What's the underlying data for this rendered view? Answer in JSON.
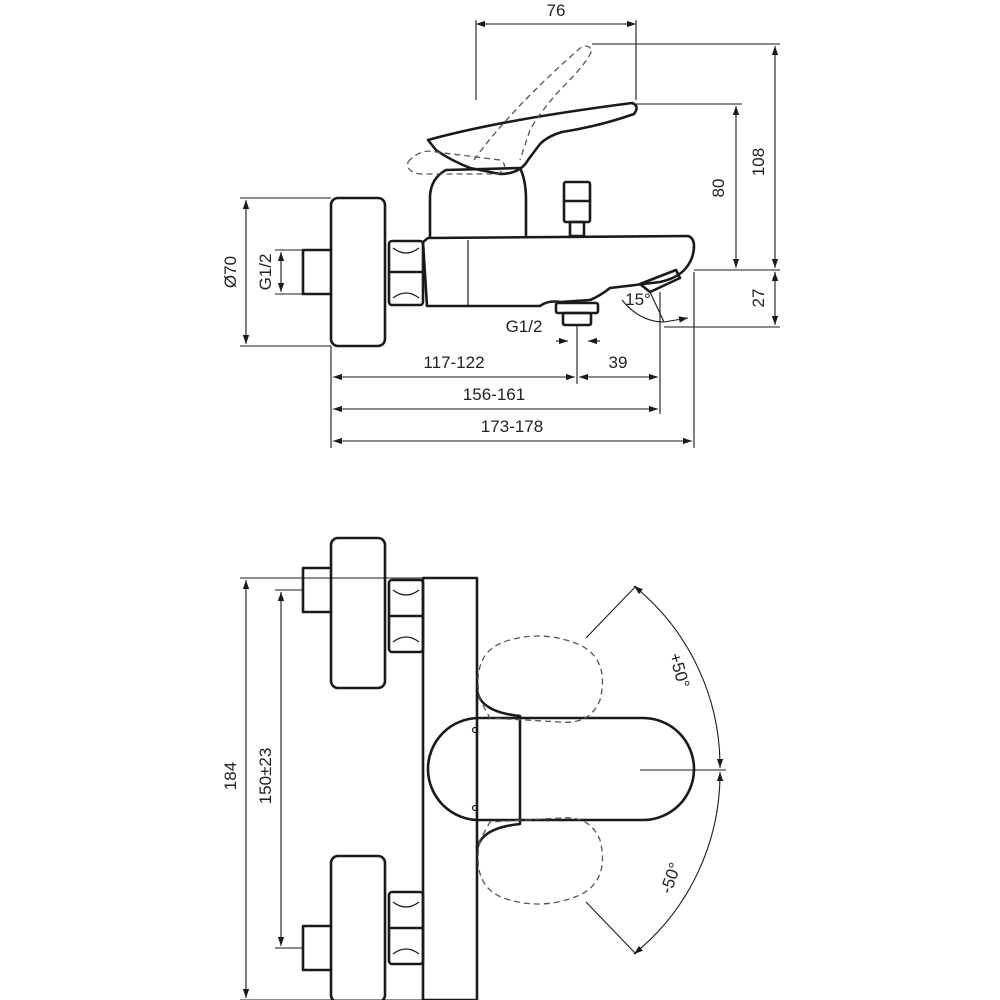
{
  "side_view": {
    "dimensions": {
      "lever_reach": "76",
      "spout_to_lever": "80",
      "total_height": "108",
      "spout_drop": "27",
      "rosette_diameter": "Ø70",
      "inlet_thread": "G1/2",
      "outlet_thread": "G1/2",
      "spout_angle": "15°",
      "outlet_offset": "39",
      "outlet_from_wall": "117-122",
      "spout_tip_from_wall": "156-161",
      "overall_depth": "173-178"
    }
  },
  "front_view": {
    "dimensions": {
      "overall_width": "184",
      "inlet_centers": "150±23",
      "lever_rotation_up": "+50°",
      "lever_rotation_down": "-50°"
    }
  },
  "colors": {
    "line": "#1a1a1a",
    "hidden_line": "#555555",
    "background": "#ffffff"
  }
}
